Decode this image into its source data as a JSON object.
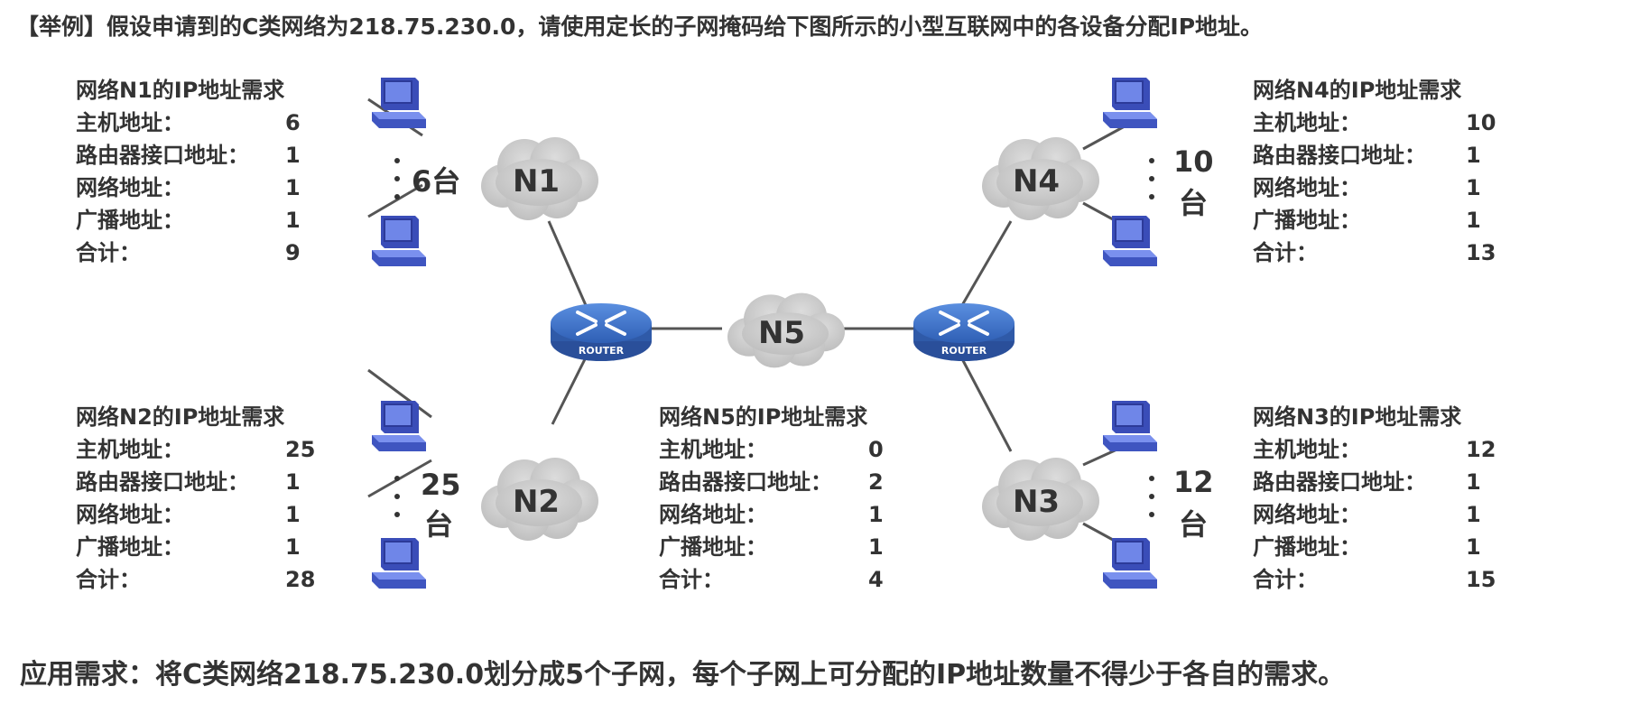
{
  "title": "【举例】假设申请到的C类网络为218.75.230.0，请使用定长的子网掩码给下图所示的小型互联网中的各设备分配IP地址。",
  "footer": "应用需求：将C类网络218.75.230.0划分成5个子网，每个子网上可分配的IP地址数量不得少于各自的需求。",
  "labels": {
    "host": "主机地址：",
    "router_if": "路由器接口地址：",
    "network": "网络地址：",
    "broadcast": "广播地址：",
    "total": "合计："
  },
  "networks": {
    "n1": {
      "name": "N1",
      "heading": "网络N1的IP地址需求",
      "hosts": "6",
      "router_if": "1",
      "network": "1",
      "broadcast": "1",
      "total": "9",
      "count_label": "6台"
    },
    "n2": {
      "name": "N2",
      "heading": "网络N2的IP地址需求",
      "hosts": "25",
      "router_if": "1",
      "network": "1",
      "broadcast": "1",
      "total": "28",
      "count_num": "25",
      "count_unit": "台"
    },
    "n3": {
      "name": "N3",
      "heading": "网络N3的IP地址需求",
      "hosts": "12",
      "router_if": "1",
      "network": "1",
      "broadcast": "1",
      "total": "15",
      "count_num": "12",
      "count_unit": "台"
    },
    "n4": {
      "name": "N4",
      "heading": "网络N4的IP地址需求",
      "hosts": "10",
      "router_if": "1",
      "network": "1",
      "broadcast": "1",
      "total": "13",
      "count_num": "10",
      "count_unit": "台"
    },
    "n5": {
      "name": "N5",
      "heading": "网络N5的IP地址需求",
      "hosts": "0",
      "router_if": "2",
      "network": "1",
      "broadcast": "1",
      "total": "4"
    }
  },
  "router_label": "ROUTER",
  "colors": {
    "cloud": "#cfcfcf",
    "router": "#3d6fc3",
    "computer": "#4a5fc8",
    "line": "#555555",
    "text": "#333333"
  }
}
